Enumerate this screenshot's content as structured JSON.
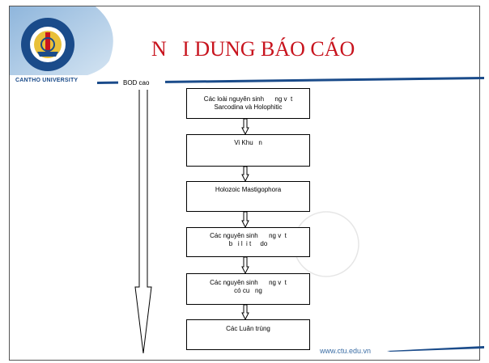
{
  "title": "N   I DUNG BÁO CÁO",
  "university": "CANTHO UNIVERSITY",
  "website": "www.ctu.edu.vn",
  "bod_label": "BOD cao",
  "boxes": [
    {
      "line1": "Các loài nguyên sinh      ng v  t",
      "line2": "Sarcodina và Holophitic"
    },
    {
      "line1": "Vi Khu   n",
      "line2": ""
    },
    {
      "line1": "Holozoic Mastigophora",
      "line2": ""
    },
    {
      "line1": "Các nguyên sinh      ng v  t",
      "line2": "b   i l  i t     do"
    },
    {
      "line1": "Các nguyên sinh      ng v  t",
      "line2": "có cu   ng"
    },
    {
      "line1": "Các Luân trùng",
      "line2": ""
    }
  ],
  "colors": {
    "title": "#c8141e",
    "brand_blue": "#1a4b8a",
    "header_bg": "#a9c7e3"
  }
}
